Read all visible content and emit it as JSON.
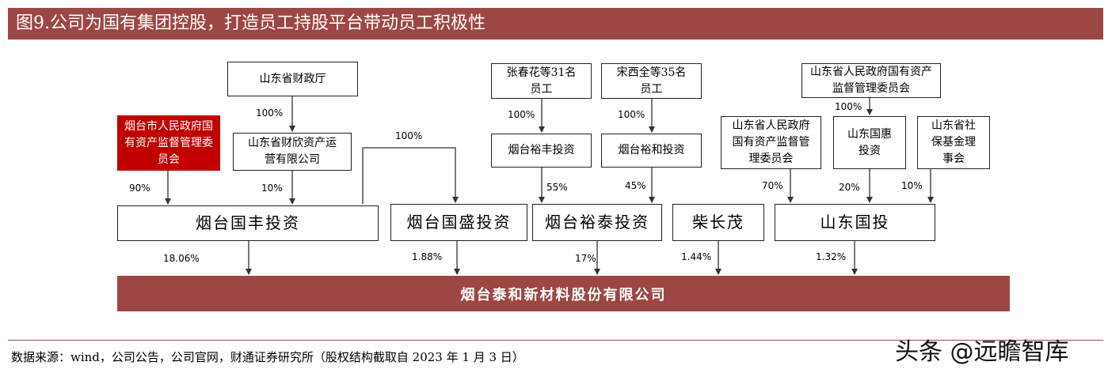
{
  "title": "图9.公司为国有集团控股，打造员工持股平台带动员工积极性",
  "boxes": {
    "sd_finance": "山东省财政厅",
    "yt_sasac": "烟台市人民政府国有资产监督管理委员会",
    "sd_caixin": "山东省财欣资产运营有限公司",
    "zhang": "张春花等31名员工",
    "song": "宋西全等35名员工",
    "yt_yufeng": "烟台裕丰投资",
    "yt_yuhe": "烟台裕和投资",
    "sd_sasac_top": "山东省人民政府国有资产监督管理委员会",
    "sd_sasac_mid": "山东省人民政府国有资产监督管理委员会",
    "sd_guohui": "山东国惠投资",
    "sd_social": "山东省社保基金理事会",
    "yt_guofeng": "烟台国丰投资",
    "yt_guosheng": "烟台国盛投资",
    "yt_yutai": "烟台裕泰投资",
    "chai": "柴长茂",
    "sd_guotou": "山东国投"
  },
  "percentages": {
    "finance_to_caixin": "100%",
    "sasac_to_guofeng": "90%",
    "caixin_to_guofeng": "10%",
    "guofeng_to_guosheng": "100%",
    "zhang_to_yufeng": "100%",
    "song_to_yuhe": "100%",
    "yufeng_to_yutai": "55%",
    "yuhe_to_yutai": "45%",
    "sasac_to_guohui": "100%",
    "sasac_to_guotou": "70%",
    "guohui_to_guotou": "20%",
    "social_to_guotou": "10%",
    "guofeng_stake": "18.06%",
    "guosheng_stake": "1.88%",
    "yutai_stake": "17%",
    "chai_stake": "1.44%",
    "guotou_stake": "1.32%"
  },
  "company": "烟台泰和新材料股份有限公司",
  "source": "数据来源：wind，公司公告，公司官网，财通证券研究所（股权结构截取自 2023 年 1 月 3 日）",
  "watermark": "头条 @远瞻智库",
  "colors": {
    "banner": "#9d4744",
    "highlight_box": "#c00000"
  }
}
